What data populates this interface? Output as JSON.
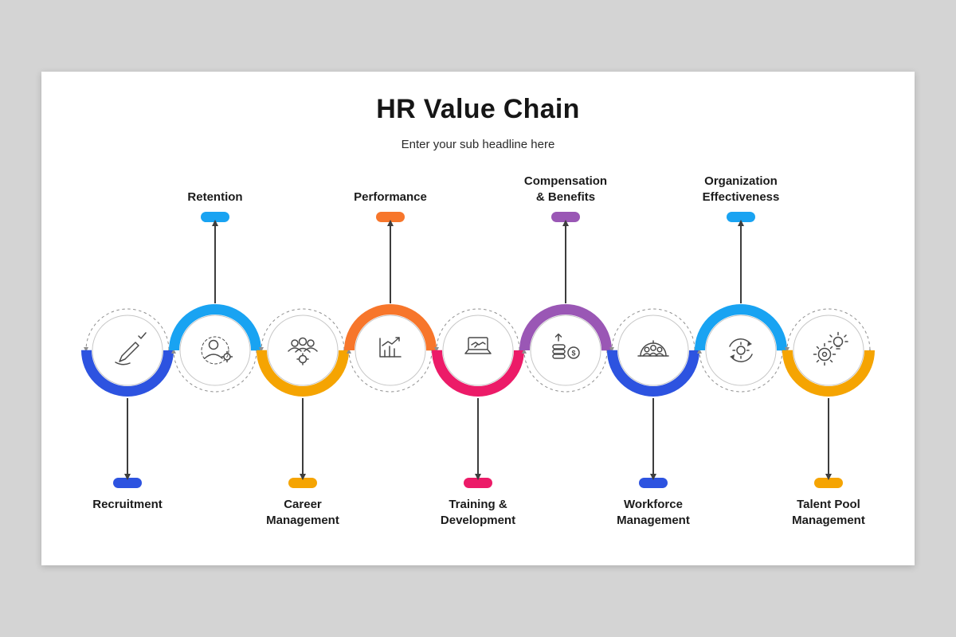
{
  "slide": {
    "title": "HR Value Chain",
    "subtitle": "Enter your sub headline here"
  },
  "nodes": [
    {
      "label": "Recruitment",
      "color": "#2d53e0",
      "side": "bottom",
      "icon": "hand-signing-icon"
    },
    {
      "label": "Retention",
      "color": "#19a3f2",
      "side": "top",
      "icon": "person-gear-icon"
    },
    {
      "label": "Career Management",
      "color": "#f5a402",
      "side": "bottom",
      "icon": "team-gear-icon"
    },
    {
      "label": "Performance",
      "color": "#f7762b",
      "side": "top",
      "icon": "chart-growth-icon"
    },
    {
      "label": "Training & Development",
      "color": "#ec1b68",
      "side": "bottom",
      "icon": "laptop-handshake-icon"
    },
    {
      "label": "Compensation & Benefits",
      "color": "#9a57b5",
      "side": "top",
      "icon": "coins-dollar-icon",
      "icon_glyph": "$"
    },
    {
      "label": "Workforce Management",
      "color": "#2d53e0",
      "side": "bottom",
      "icon": "people-dome-icon"
    },
    {
      "label": "Organization Effectiveness",
      "color": "#19a3f2",
      "side": "top",
      "icon": "cycle-arrows-gear-icon"
    },
    {
      "label": "Talent Pool Management",
      "color": "#f5a402",
      "side": "bottom",
      "icon": "gear-bulb-icon"
    }
  ]
}
